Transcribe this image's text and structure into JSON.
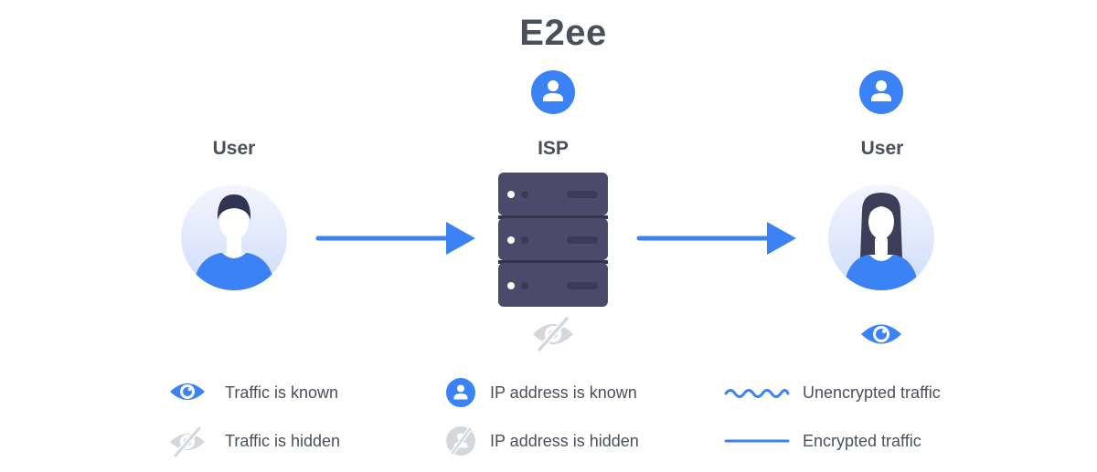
{
  "diagram": {
    "title": "E2ee",
    "nodes": [
      {
        "id": "sender",
        "label": "User",
        "ip_known": false,
        "traffic": "none"
      },
      {
        "id": "isp",
        "label": "ISP",
        "ip_known": true,
        "traffic": "hidden"
      },
      {
        "id": "receiver",
        "label": "User",
        "ip_known": true,
        "traffic": "known"
      }
    ],
    "edges": [
      {
        "from": "sender",
        "to": "isp",
        "type": "encrypted"
      },
      {
        "from": "isp",
        "to": "receiver",
        "type": "encrypted"
      }
    ]
  },
  "legend": {
    "traffic_known": "Traffic is known",
    "traffic_hidden": "Traffic is hidden",
    "ip_known": "IP address is known",
    "ip_hidden": "IP address is hidden",
    "unencrypted": "Unencrypted traffic",
    "encrypted": "Encrypted traffic"
  },
  "colors": {
    "accent": "#3b82f6",
    "text": "#4a4f5c",
    "muted": "#d4d7dc",
    "server": "#4b4a6b"
  }
}
